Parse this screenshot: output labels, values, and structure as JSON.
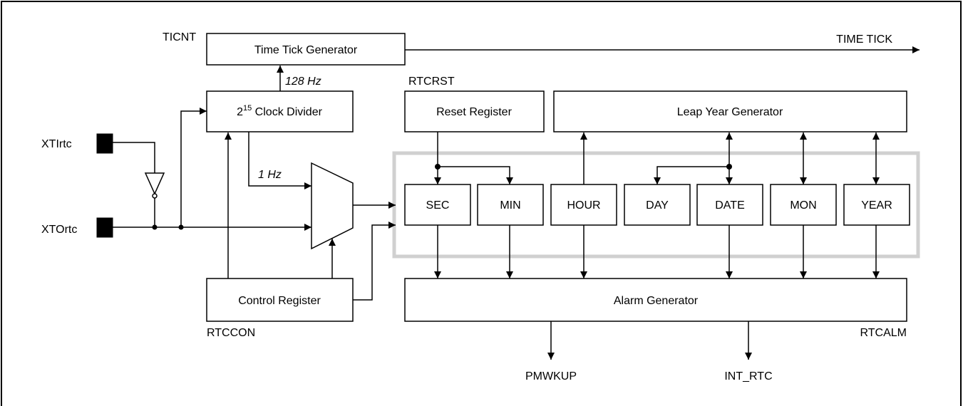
{
  "labels": {
    "ticnt": "TICNT",
    "time_tick": "TIME TICK",
    "hz128": "128 Hz",
    "rtcrst": "RTCRST",
    "xtirtc": "XTIrtc",
    "xtortc": "XTOrtc",
    "hz1": "1 Hz",
    "rtccon": "RTCCON",
    "rtcalm": "RTCALM",
    "pmwkup": "PMWKUP",
    "int_rtc": "INT_RTC"
  },
  "blocks": {
    "time_tick_generator": "Time Tick Generator",
    "clock_divider_base": "2",
    "clock_divider_exp": "15",
    "clock_divider_rest": " Clock Divider",
    "reset_register": "Reset Register",
    "leap_year_generator": "Leap Year Generator",
    "control_register": "Control Register",
    "alarm_generator": "Alarm Generator"
  },
  "registers": {
    "sec": "SEC",
    "min": "MIN",
    "hour": "HOUR",
    "day": "DAY",
    "date": "DATE",
    "mon": "MON",
    "year": "YEAR"
  }
}
